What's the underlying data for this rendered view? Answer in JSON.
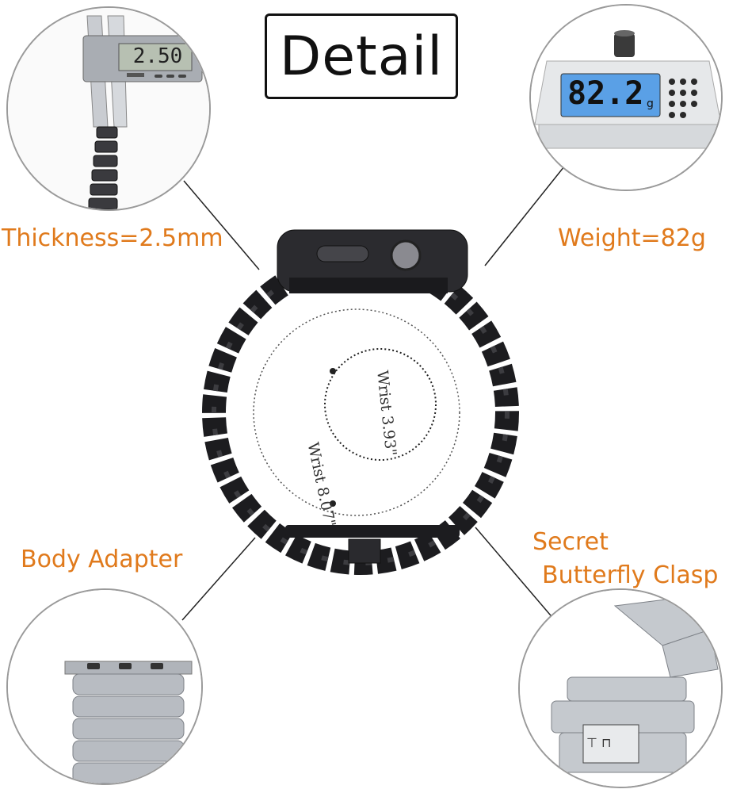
{
  "title": "Detail",
  "labels": {
    "thickness": "Thickness=2.5mm",
    "weight": "Weight=82g",
    "body_adapter": "Body Adapter",
    "clasp_line1": "Secret",
    "clasp_line2": "Butterfly Clasp"
  },
  "caliper_display": "2.50",
  "scale_display": "82.2",
  "scale_unit": "g",
  "wrist_inner": "Wrist 3.93\"",
  "wrist_outer": "Wrist 8.07\"",
  "colors": {
    "accent": "#e07a1c",
    "band": "#1c1c1f",
    "silver": "#b8bcc2",
    "scale_screen": "#5aa0e6"
  }
}
